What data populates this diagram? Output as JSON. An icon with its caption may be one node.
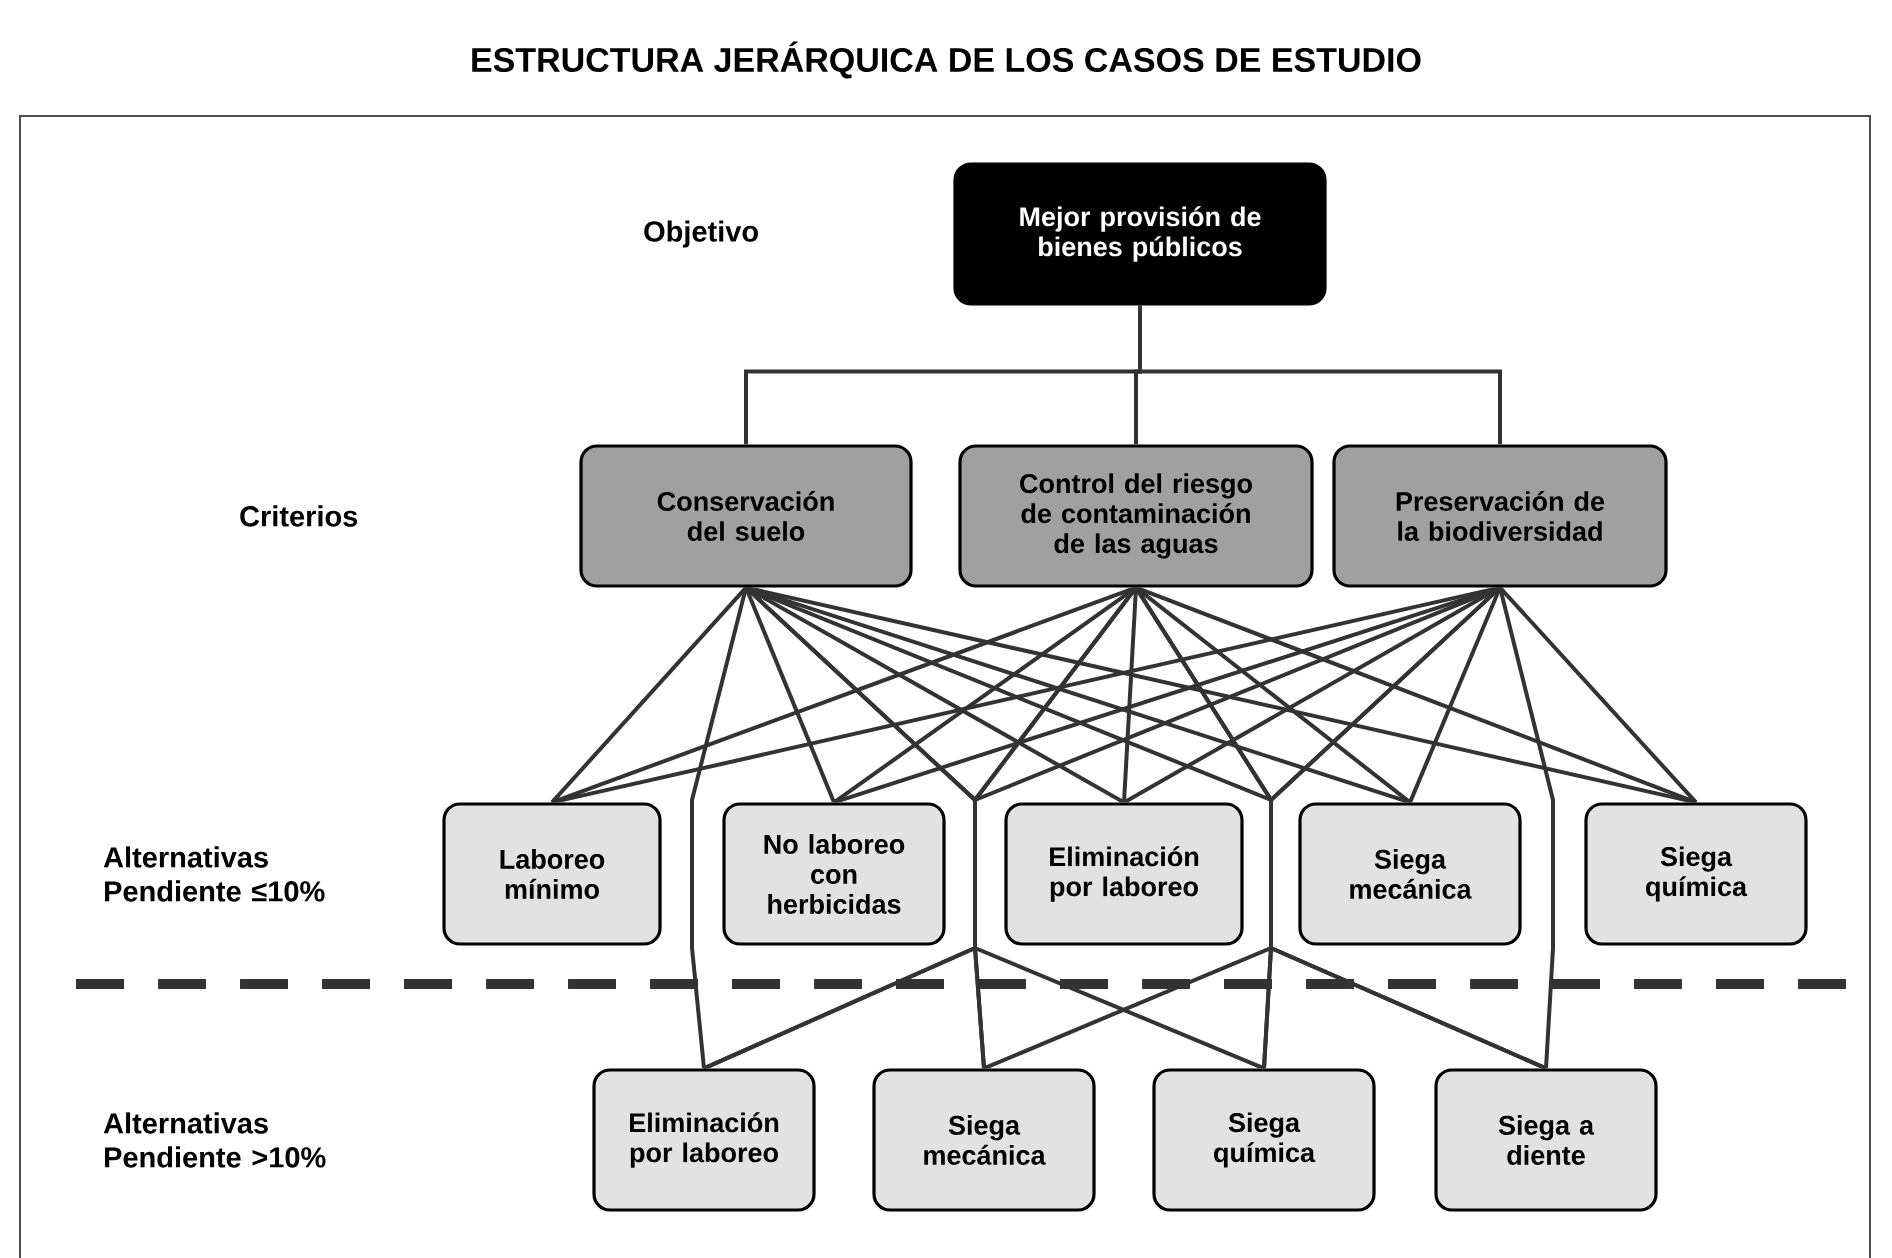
{
  "diagram": {
    "title": "ESTRUCTURA JERÁRQUICA DE LOS CASOS DE ESTUDIO",
    "nodes": [
      {
        "text": [
          "Mejor provisión de bienes públicos"
        ]
      },
      {
        "text": [
          "Conservación del suelo"
        ]
      },
      {
        "text": [
          "Control del riesgo de contaminación de las aguas"
        ]
      },
      {
        "text": [
          "Preservación de la biodiversidad"
        ]
      },
      {
        "text": [
          "Laboreo mínimo"
        ]
      },
      {
        "text": [
          "No laboreo con herbicidas"
        ]
      },
      {
        "text": [
          "Eliminación por laboreo"
        ]
      },
      {
        "text": [
          "Siega mecánica"
        ]
      },
      {
        "text": [
          "Siega química"
        ]
      },
      {
        "text": [
          "Eliminación por laboreo"
        ]
      },
      {
        "text": [
          "Siega mecánica"
        ]
      },
      {
        "text": [
          "Siega química"
        ]
      },
      {
        "text": [
          "Siega a diente"
        ]
      }
    ],
    "edges": [
      {
        "from": 0,
        "to": 1,
        "arrow": "none"
      },
      {
        "from": 0,
        "to": 2,
        "arrow": "none"
      },
      {
        "from": 0,
        "to": 3,
        "arrow": "none"
      },
      {
        "from": 1,
        "to": 4,
        "arrow": "none"
      },
      {
        "from": 1,
        "to": 5,
        "arrow": "none"
      },
      {
        "from": 1,
        "to": 6,
        "arrow": "none"
      },
      {
        "from": 1,
        "to": 7,
        "arrow": "none"
      },
      {
        "from": 1,
        "to": 8,
        "arrow": "none"
      },
      {
        "from": 2,
        "to": 4,
        "arrow": "none"
      },
      {
        "from": 2,
        "to": 5,
        "arrow": "none"
      },
      {
        "from": 2,
        "to": 6,
        "arrow": "none"
      },
      {
        "from": 2,
        "to": 7,
        "arrow": "none"
      },
      {
        "from": 2,
        "to": 8,
        "arrow": "none"
      },
      {
        "from": 3,
        "to": 4,
        "arrow": "none"
      },
      {
        "from": 3,
        "to": 5,
        "arrow": "none"
      },
      {
        "from": 3,
        "to": 6,
        "arrow": "none"
      },
      {
        "from": 3,
        "to": 7,
        "arrow": "none"
      },
      {
        "from": 3,
        "to": 8,
        "arrow": "none"
      },
      {
        "from": 1,
        "to": 9,
        "arrow": "none"
      },
      {
        "from": 1,
        "to": 10,
        "arrow": "none"
      },
      {
        "from": 1,
        "to": 11,
        "arrow": "none"
      },
      {
        "from": 1,
        "to": 12,
        "arrow": "none"
      },
      {
        "from": 2,
        "to": 9,
        "arrow": "none"
      },
      {
        "from": 2,
        "to": 10,
        "arrow": "none"
      },
      {
        "from": 2,
        "to": 11,
        "arrow": "none"
      },
      {
        "from": 2,
        "to": 12,
        "arrow": "none"
      },
      {
        "from": 3,
        "to": 9,
        "arrow": "none"
      },
      {
        "from": 3,
        "to": 10,
        "arrow": "none"
      },
      {
        "from": 3,
        "to": 11,
        "arrow": "none"
      },
      {
        "from": 3,
        "to": 12,
        "arrow": "none"
      }
    ],
    "labels": [
      "Objetivo",
      "Criterios",
      "Alternativas Pendiente ≤10%",
      "Alternativas Pendiente >10%"
    ]
  }
}
